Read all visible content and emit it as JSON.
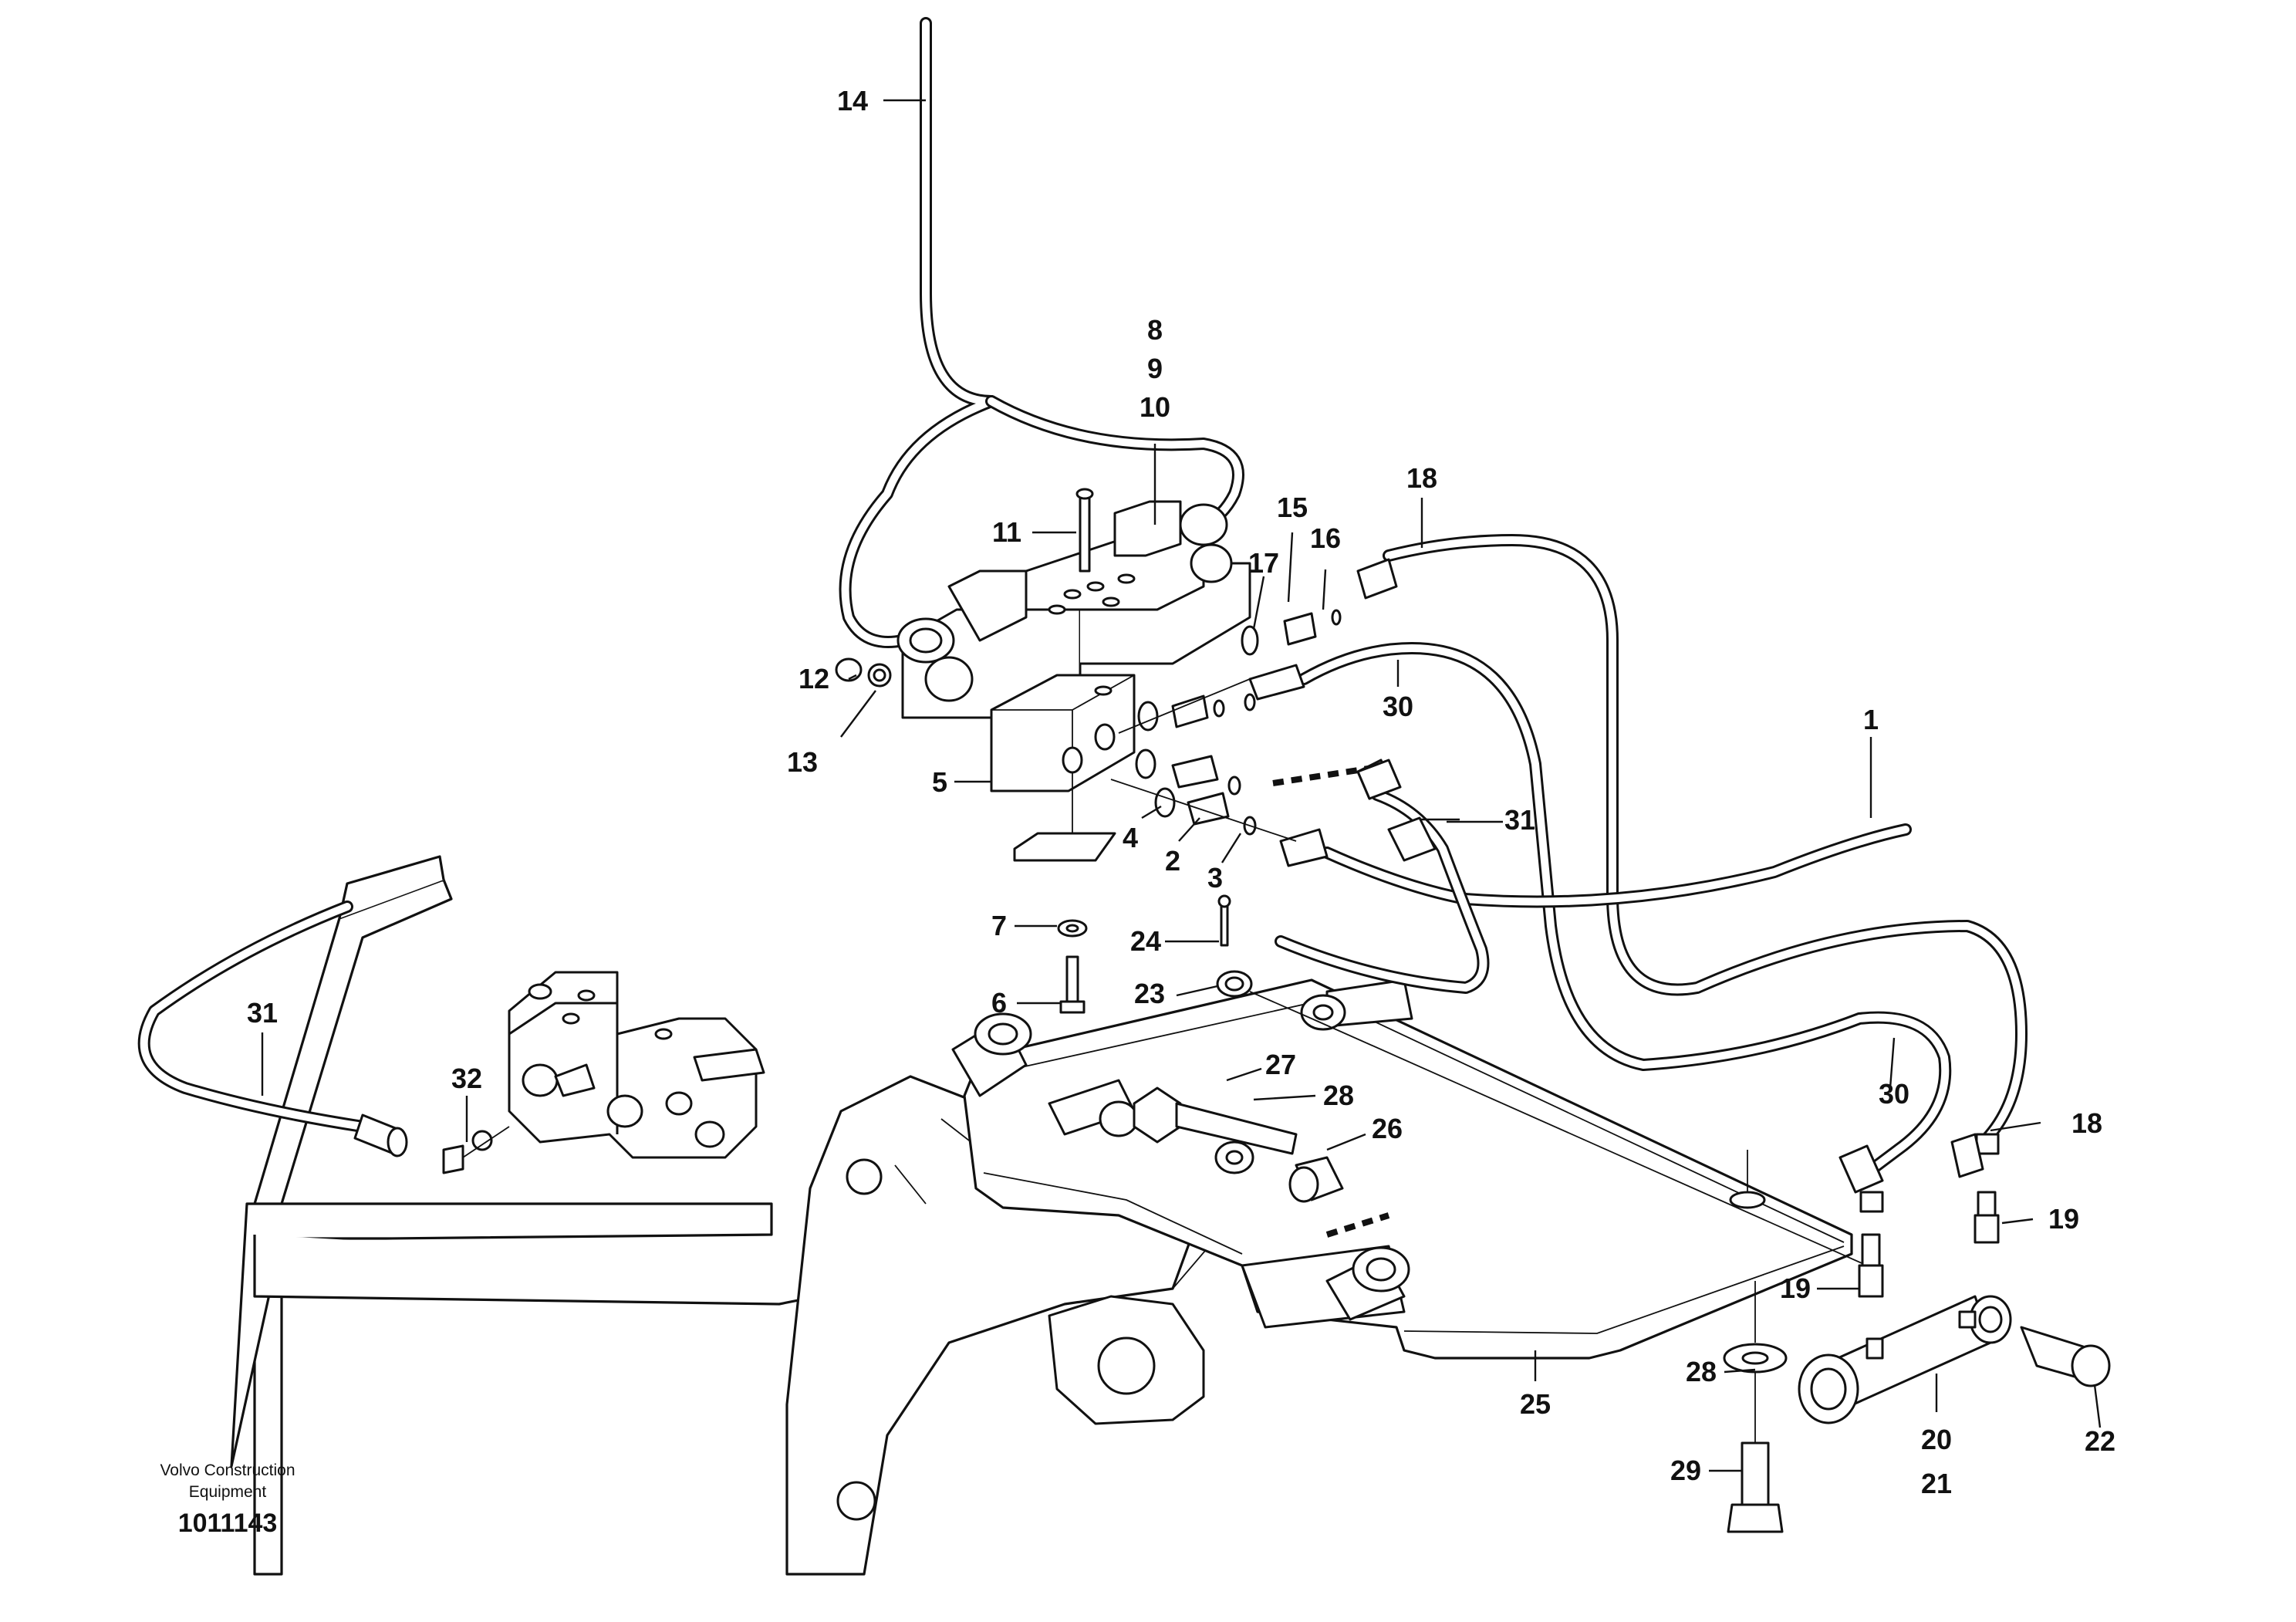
{
  "callouts": [
    {
      "id": "c1",
      "label": "1"
    },
    {
      "id": "c2",
      "label": "2"
    },
    {
      "id": "c3",
      "label": "3"
    },
    {
      "id": "c4",
      "label": "4"
    },
    {
      "id": "c5",
      "label": "5"
    },
    {
      "id": "c6",
      "label": "6"
    },
    {
      "id": "c7",
      "label": "7"
    },
    {
      "id": "c8",
      "label": "8"
    },
    {
      "id": "c9",
      "label": "9"
    },
    {
      "id": "c10",
      "label": "10"
    },
    {
      "id": "c11",
      "label": "11"
    },
    {
      "id": "c12",
      "label": "12"
    },
    {
      "id": "c13",
      "label": "13"
    },
    {
      "id": "c14",
      "label": "14"
    },
    {
      "id": "c15",
      "label": "15"
    },
    {
      "id": "c16",
      "label": "16"
    },
    {
      "id": "c17",
      "label": "17"
    },
    {
      "id": "c18a",
      "label": "18"
    },
    {
      "id": "c18b",
      "label": "18"
    },
    {
      "id": "c19a",
      "label": "19"
    },
    {
      "id": "c19b",
      "label": "19"
    },
    {
      "id": "c20",
      "label": "20"
    },
    {
      "id": "c21",
      "label": "21"
    },
    {
      "id": "c22",
      "label": "22"
    },
    {
      "id": "c23",
      "label": "23"
    },
    {
      "id": "c24",
      "label": "24"
    },
    {
      "id": "c25",
      "label": "25"
    },
    {
      "id": "c26",
      "label": "26"
    },
    {
      "id": "c27",
      "label": "27"
    },
    {
      "id": "c28a",
      "label": "28"
    },
    {
      "id": "c28b",
      "label": "28"
    },
    {
      "id": "c29",
      "label": "29"
    },
    {
      "id": "c30a",
      "label": "30"
    },
    {
      "id": "c30b",
      "label": "30"
    },
    {
      "id": "c31a",
      "label": "31"
    },
    {
      "id": "c31b",
      "label": "31"
    },
    {
      "id": "c32",
      "label": "32"
    }
  ],
  "credit": {
    "line1": "Volvo Construction",
    "line2": "Equipment",
    "doc_number": "1011143"
  }
}
